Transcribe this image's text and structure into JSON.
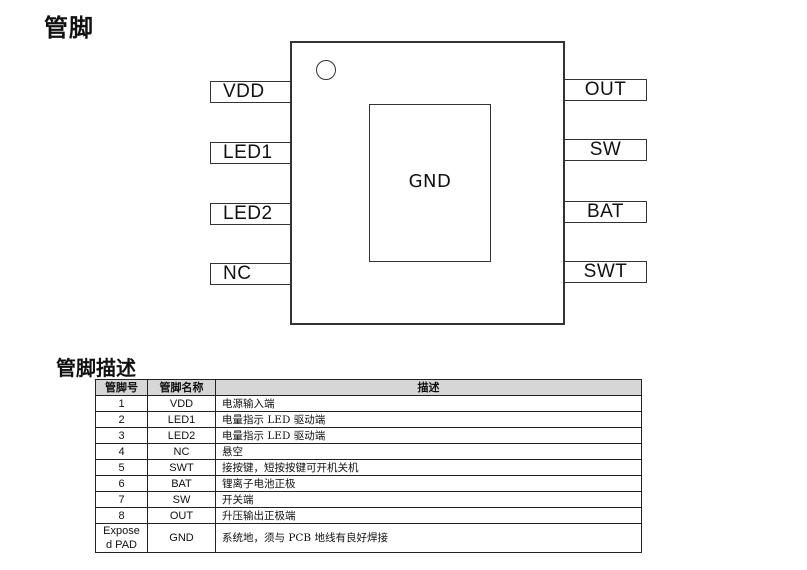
{
  "page": {
    "title": "管脚"
  },
  "diagram": {
    "pad_label": "GND",
    "left_pins": [
      "VDD",
      "LED1",
      "LED2",
      "NC"
    ],
    "right_pins": [
      "OUT",
      "SW",
      "BAT",
      "SWT"
    ]
  },
  "description": {
    "title": "管脚描述",
    "headers": [
      "管脚号",
      "管脚名称",
      "描述"
    ],
    "rows": [
      {
        "num": "1",
        "name": "VDD",
        "desc": "电源输入端"
      },
      {
        "num": "2",
        "name": "LED1",
        "desc": "电量指示 LED 驱动端"
      },
      {
        "num": "3",
        "name": "LED2",
        "desc": "电量指示 LED 驱动端"
      },
      {
        "num": "4",
        "name": "NC",
        "desc": "悬空"
      },
      {
        "num": "5",
        "name": "SWT",
        "desc": "接按键，短按按键可开机关机"
      },
      {
        "num": "6",
        "name": "BAT",
        "desc": "锂离子电池正极"
      },
      {
        "num": "7",
        "name": "SW",
        "desc": "开关端"
      },
      {
        "num": "8",
        "name": "OUT",
        "desc": "升压输出正极端"
      },
      {
        "num": "Expose d PAD",
        "name": "GND",
        "desc": "系统地，须与 PCB 地线有良好焊接"
      }
    ]
  }
}
